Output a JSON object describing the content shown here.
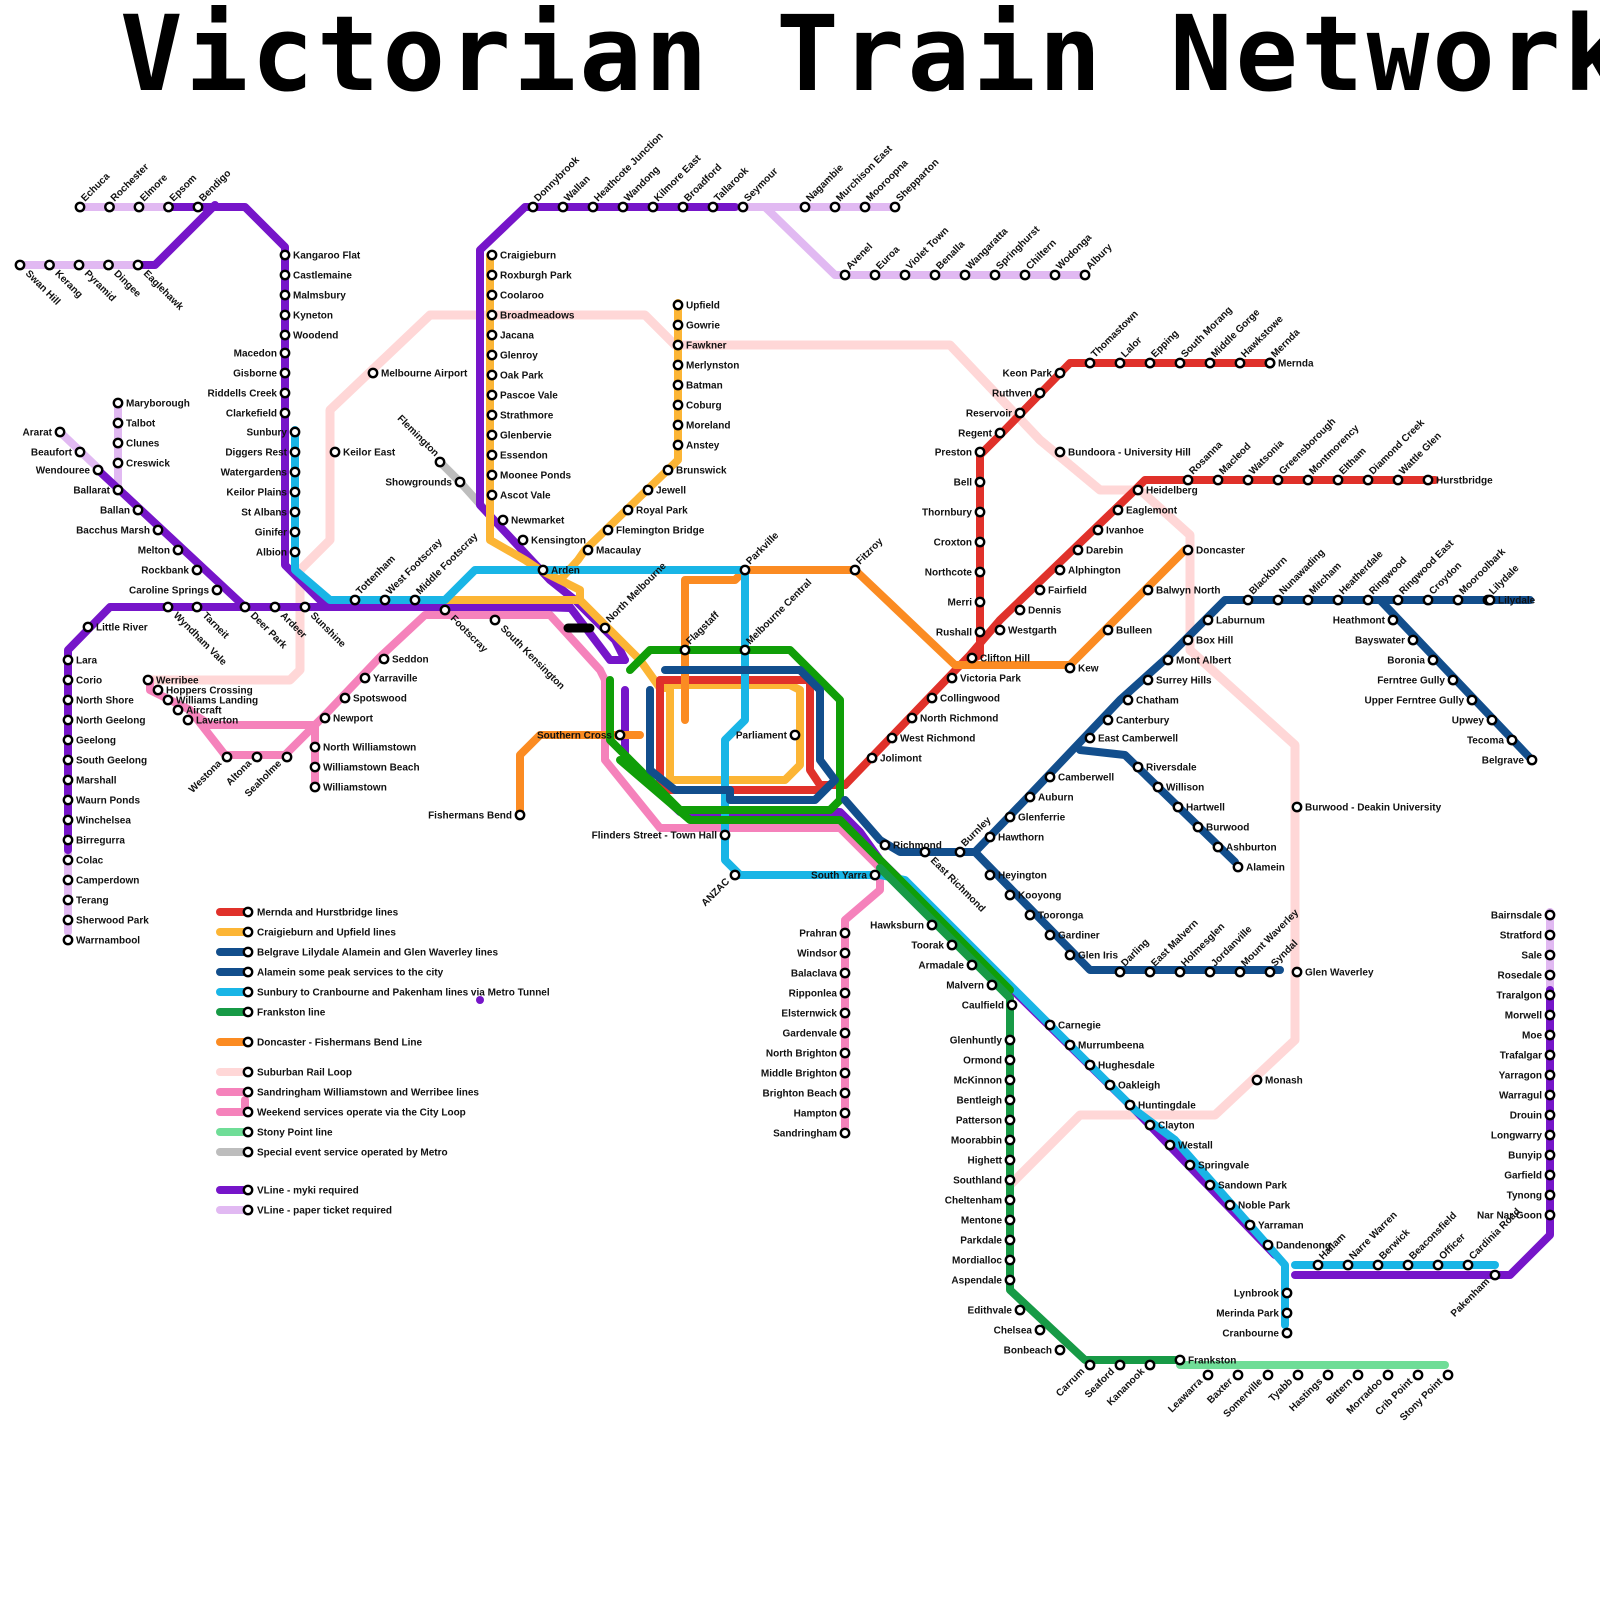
{
  "title": "Victorian Train Network",
  "colors": {
    "mernda": "#e0312a",
    "craigieburn": "#fcb535",
    "belgrave": "#124e8c",
    "metro_tunnel": "#19b5e6",
    "frankston": "#179a46",
    "doncaster": "#fb8b22",
    "loop": "#ffd7d7",
    "sandringham": "#f582bb",
    "stony_point": "#6fdd97",
    "special": "#bdbdbd",
    "city_core": "#109e08",
    "vline": "#7615c9",
    "vline_paper": "#e1b9f2",
    "tunnel_black": "#000000"
  },
  "legend": [
    {
      "label": "Mernda and Hurstbridge lines",
      "color": "mernda"
    },
    {
      "label": "Craigieburn and Upfield lines",
      "color": "craigieburn"
    },
    {
      "label": "Belgrave Lilydale Alamein and Glen Waverley lines",
      "color": "belgrave"
    },
    {
      "label": "Alamein some peak services to the city",
      "color": "belgrave"
    },
    {
      "label": "Sunbury to Cranbourne and Pakenham lines via Metro Tunnel",
      "color": "metro_tunnel"
    },
    {
      "label": "Frankston line",
      "color": "frankston"
    },
    {
      "label": "Doncaster - Fishermans Bend Line",
      "color": "doncaster"
    },
    {
      "label": "Suburban Rail Loop",
      "color": "loop"
    },
    {
      "label": "Sandringham Williamstown and Werribee lines",
      "color": "sandringham"
    },
    {
      "label": "Weekend services operate via the City Loop",
      "color": "sandringham"
    },
    {
      "label": "Stony Point line",
      "color": "stony_point"
    },
    {
      "label": "Special event service operated by Metro",
      "color": "special"
    },
    {
      "label": "VLine - myki required",
      "color": "vline"
    },
    {
      "label": "VLine - paper ticket required",
      "color": "vline_paper"
    }
  ],
  "stations": {
    "vline_north": [
      "Echuca",
      "Rochester",
      "Elmore",
      "Epsom",
      "Bendigo"
    ],
    "swan_hill": [
      "Swan Hill",
      "Kerang",
      "Pyramid",
      "Dingee",
      "Eaglehawk"
    ],
    "bendigo_line": [
      "Kangaroo Flat",
      "Castlemaine",
      "Malmsbury",
      "Kyneton",
      "Woodend",
      "Macedon",
      "Gisborne",
      "Riddells Creek",
      "Clarkefield",
      "Sunbury",
      "Diggers Rest",
      "Watergardens",
      "Keilor Plains",
      "St Albans",
      "Ginifer",
      "Albion"
    ],
    "ballarat_line": [
      "Ararat",
      "Beaufort",
      "Wendouree",
      "Maryborough",
      "Talbot",
      "Clunes",
      "Creswick",
      "Ballarat",
      "Ballan",
      "Bacchus Marsh",
      "Melton",
      "Rockbank",
      "Caroline Springs",
      "Deer Park",
      "Ardeer",
      "Sunshine",
      "Tarneit",
      "Wyndham Vale",
      "Little River"
    ],
    "geelong_line": [
      "Lara",
      "Corio",
      "North Shore",
      "North Geelong",
      "Geelong",
      "South Geelong",
      "Marshall",
      "Waurn Ponds",
      "Winchelsea",
      "Birregurra",
      "Colac",
      "Camperdown",
      "Terang",
      "Sherwood Park",
      "Warrnambool"
    ],
    "werribee_line": [
      "Werribee",
      "Hoppers Crossing",
      "Williams Landing",
      "Aircraft",
      "Laverton",
      "Westona",
      "Altona",
      "Seaholme",
      "Newport",
      "Spotswood",
      "Yarraville",
      "Seddon",
      "North Williamstown",
      "Williamstown Beach",
      "Williamstown"
    ],
    "sunbury_inner": [
      "Tottenham",
      "West Footscray",
      "Middle Footscray",
      "Footscray",
      "South Kensington",
      "Melbourne Airport",
      "Keilor East"
    ],
    "craigieburn": [
      "Donnybrook",
      "Wallan",
      "Heathcote Junction",
      "Wandong",
      "Kilmore East",
      "Broadford",
      "Tallarook",
      "Seymour",
      "Craigieburn",
      "Roxburgh Park",
      "Coolaroo",
      "Broadmeadows",
      "Jacana",
      "Glenroy",
      "Oak Park",
      "Pascoe Vale",
      "Strathmore",
      "Glenbervie",
      "Essendon",
      "Moonee Ponds",
      "Ascot Vale",
      "Newmarket",
      "Kensington",
      "Arden",
      "North Melbourne",
      "Flemington",
      "Showgrounds"
    ],
    "upfield": [
      "Upfield",
      "Gowrie",
      "Fawkner",
      "Merlynston",
      "Batman",
      "Coburg",
      "Moreland",
      "Anstey",
      "Brunswick",
      "Jewell",
      "Royal Park",
      "Flemington Bridge",
      "Macaulay"
    ],
    "shepparton": [
      "Nagambie",
      "Murchison East",
      "Mooroopna",
      "Shepparton",
      "Avenel",
      "Euroa",
      "Violet Town",
      "Benalla",
      "Wangaratta",
      "Springhurst",
      "Chiltern",
      "Wodonga",
      "Albury"
    ],
    "mernda": [
      "Keon Park",
      "Thomastown",
      "Lalor",
      "Epping",
      "South Morang",
      "Middle Gorge",
      "Hawkstowe",
      "Mernda",
      "Ruthven",
      "Reservoir",
      "Regent",
      "Preston",
      "Bell",
      "Thornbury",
      "Croxton",
      "Northcote",
      "Merri",
      "Rushall",
      "Clifton Hill",
      "Bundoora - University Hill"
    ],
    "hurstbridge": [
      "Heidelberg",
      "Rosanna",
      "Macleod",
      "Watsonia",
      "Greensborough",
      "Montmorency",
      "Eltham",
      "Diamond Creek",
      "Wattle Glen",
      "Hurstbridge",
      "Eaglemont",
      "Ivanhoe",
      "Darebin",
      "Alphington",
      "Fairfield",
      "Dennis",
      "Westgarth",
      "Victoria Park",
      "Collingwood",
      "North Richmond",
      "West Richmond",
      "Jolimont"
    ],
    "doncaster": [
      "Doncaster",
      "Balwyn North",
      "Bulleen",
      "Kew",
      "Parkville",
      "Fitzroy",
      "Melbourne Central",
      "Flagstaff",
      "Parliament",
      "Southern Cross",
      "Fishermans Bend",
      "Flinders Street - Town Hall",
      "ANZAC"
    ],
    "lilydale": [
      "Box Hill",
      "Laburnum",
      "Blackburn",
      "Nunawading",
      "Mitcham",
      "Heatherdale",
      "Ringwood",
      "Ringwood East",
      "Croydon",
      "Mooroolbark",
      "Lilydale",
      "Heathmont",
      "Bayswater",
      "Boronia",
      "Ferntree Gully",
      "Upper Ferntree Gully",
      "Upwey",
      "Tecoma",
      "Belgrave",
      "Mont Albert",
      "Surrey Hills",
      "Chatham",
      "Canterbury",
      "East Camberwell",
      "Camberwell",
      "Auburn",
      "Glenferrie",
      "Hawthorn",
      "Burnley",
      "Richmond"
    ],
    "alamein": [
      "Riversdale",
      "Willison",
      "Hartwell",
      "Burwood",
      "Ashburton",
      "Alamein"
    ],
    "glen_waverley": [
      "East Richmond",
      "Heyington",
      "Kooyong",
      "Tooronga",
      "Gardiner",
      "Glen Iris",
      "Darling",
      "East Malvern",
      "Holmesglen",
      "Jordanville",
      "Mount Waverley",
      "Syndal",
      "Glen Waverley"
    ],
    "loop_extra": [
      "Burwood - Deakin University",
      "Monash"
    ],
    "sandringham": [
      "South Yarra",
      "Prahran",
      "Windsor",
      "Balaclava",
      "Ripponlea",
      "Elsternwick",
      "Gardenvale",
      "North Brighton",
      "Middle Brighton",
      "Brighton Beach",
      "Hampton",
      "Sandringham"
    ],
    "dandenong": [
      "Hawksburn",
      "Toorak",
      "Armadale",
      "Malvern",
      "Caulfield",
      "Carnegie",
      "Murrumbeena",
      "Hughesdale",
      "Oakleigh",
      "Huntingdale",
      "Clayton",
      "Westall",
      "Springvale",
      "Sandown Park",
      "Noble Park",
      "Yarraman",
      "Dandenong",
      "Hallam",
      "Narre Warren",
      "Berwick",
      "Beaconsfield",
      "Officer",
      "Cardinia Road",
      "Pakenham",
      "Lynbrook",
      "Merinda Park",
      "Cranbourne"
    ],
    "gippsland": [
      "Bairnsdale",
      "Stratford",
      "Sale",
      "Rosedale",
      "Traralgon",
      "Morwell",
      "Moe",
      "Trafalgar",
      "Yarragon",
      "Warragul",
      "Drouin",
      "Longwarry",
      "Bunyip",
      "Garfield",
      "Tynong",
      "Nar Nar Goon"
    ],
    "frankston": [
      "Glenhuntly",
      "Ormond",
      "McKinnon",
      "Bentleigh",
      "Patterson",
      "Moorabbin",
      "Highett",
      "Southland",
      "Cheltenham",
      "Mentone",
      "Parkdale",
      "Mordialloc",
      "Aspendale",
      "Edithvale",
      "Chelsea",
      "Bonbeach",
      "Carrum",
      "Seaford",
      "Kananook",
      "Frankston"
    ],
    "stony_point": [
      "Leawarra",
      "Baxter",
      "Somerville",
      "Tyabb",
      "Hastings",
      "Bittern",
      "Morradoo",
      "Crib Point",
      "Stony Point"
    ]
  }
}
